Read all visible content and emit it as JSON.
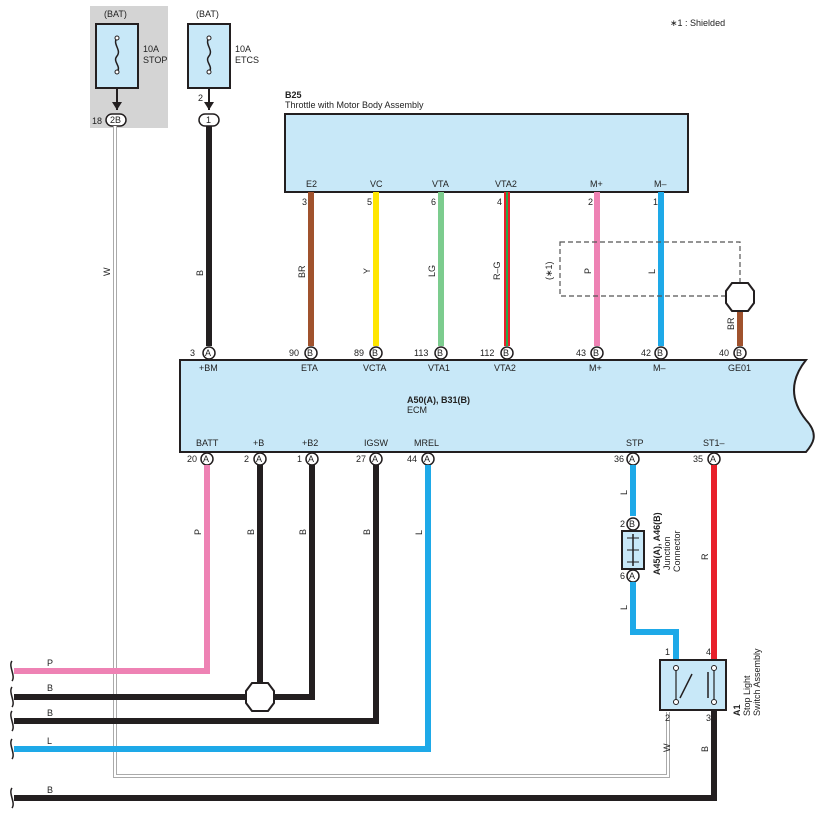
{
  "note": "∗1 : Shielded",
  "fuse_stop": {
    "source": "(BAT)",
    "rating": "10A",
    "name": "STOP",
    "pin_left": "18",
    "pin_conn": "2B"
  },
  "fuse_etcs": {
    "source": "(BAT)",
    "rating": "10A",
    "name": "ETCS",
    "pin_top": "2",
    "pin_conn": "1"
  },
  "throttle": {
    "code": "B25",
    "title": "Throttle with Motor Body Assembly",
    "pins": [
      {
        "name": "E2",
        "num": "3",
        "color": "BR"
      },
      {
        "name": "VC",
        "num": "5",
        "color": "Y"
      },
      {
        "name": "VTA",
        "num": "6",
        "color": "LG"
      },
      {
        "name": "VTA2",
        "num": "4",
        "color": "R–G"
      },
      {
        "name": "M+",
        "num": "2",
        "color": "P"
      },
      {
        "name": "M–",
        "num": "1",
        "color": "L"
      }
    ]
  },
  "shield": {
    "label": "(∗1)",
    "color": "BR"
  },
  "ecm": {
    "code": "A50(A), B31(B)",
    "title": "ECM",
    "top_pins": [
      {
        "num": "3",
        "conn": "A",
        "name": "+BM"
      },
      {
        "num": "90",
        "conn": "B",
        "name": "ETA"
      },
      {
        "num": "89",
        "conn": "B",
        "name": "VCTA"
      },
      {
        "num": "113",
        "conn": "B",
        "name": "VTA1"
      },
      {
        "num": "112",
        "conn": "B",
        "name": "VTA2"
      },
      {
        "num": "43",
        "conn": "B",
        "name": "M+"
      },
      {
        "num": "42",
        "conn": "B",
        "name": "M–"
      },
      {
        "num": "40",
        "conn": "B",
        "name": "GE01"
      }
    ],
    "bottom_pins": [
      {
        "num": "20",
        "conn": "A",
        "name": "BATT"
      },
      {
        "num": "2",
        "conn": "A",
        "name": "+B"
      },
      {
        "num": "1",
        "conn": "A",
        "name": "+B2"
      },
      {
        "num": "27",
        "conn": "A",
        "name": "IGSW"
      },
      {
        "num": "44",
        "conn": "A",
        "name": "MREL"
      },
      {
        "num": "36",
        "conn": "A",
        "name": "STP"
      },
      {
        "num": "35",
        "conn": "A",
        "name": "ST1–"
      }
    ]
  },
  "wire_colors": {
    "etcs": "B",
    "stop": "W",
    "batt": "P",
    "plusb": "B",
    "plusb2": "B",
    "igsw": "B",
    "mrel": "L",
    "stp_upper": "L",
    "stp_lower": "L",
    "st1": "R",
    "sw2": "W",
    "sw3": "B"
  },
  "junction": {
    "code": "A45(A), A46(B)",
    "name": "Junction",
    "name2": "Connector",
    "pin_top": "2",
    "pin_top_conn": "B",
    "pin_bot": "6",
    "pin_bot_conn": "A"
  },
  "switch": {
    "code": "A1",
    "name": "Stop Light",
    "name2": "Switch Assembly",
    "pin1": "1",
    "pin2": "2",
    "pin3": "3",
    "pin4": "4"
  },
  "left_wires": [
    "P",
    "B",
    "B",
    "L",
    "B"
  ],
  "colors": {
    "black": "#231f20",
    "pink": "#ee82b4",
    "brown": "#a0522d",
    "yellow": "#ffe600",
    "lightgreen": "#7ccc8e",
    "red": "#e8202a",
    "blue": "#1ea9e8",
    "box": "#c8e8f8",
    "fusegray": "#cfcfcf"
  }
}
